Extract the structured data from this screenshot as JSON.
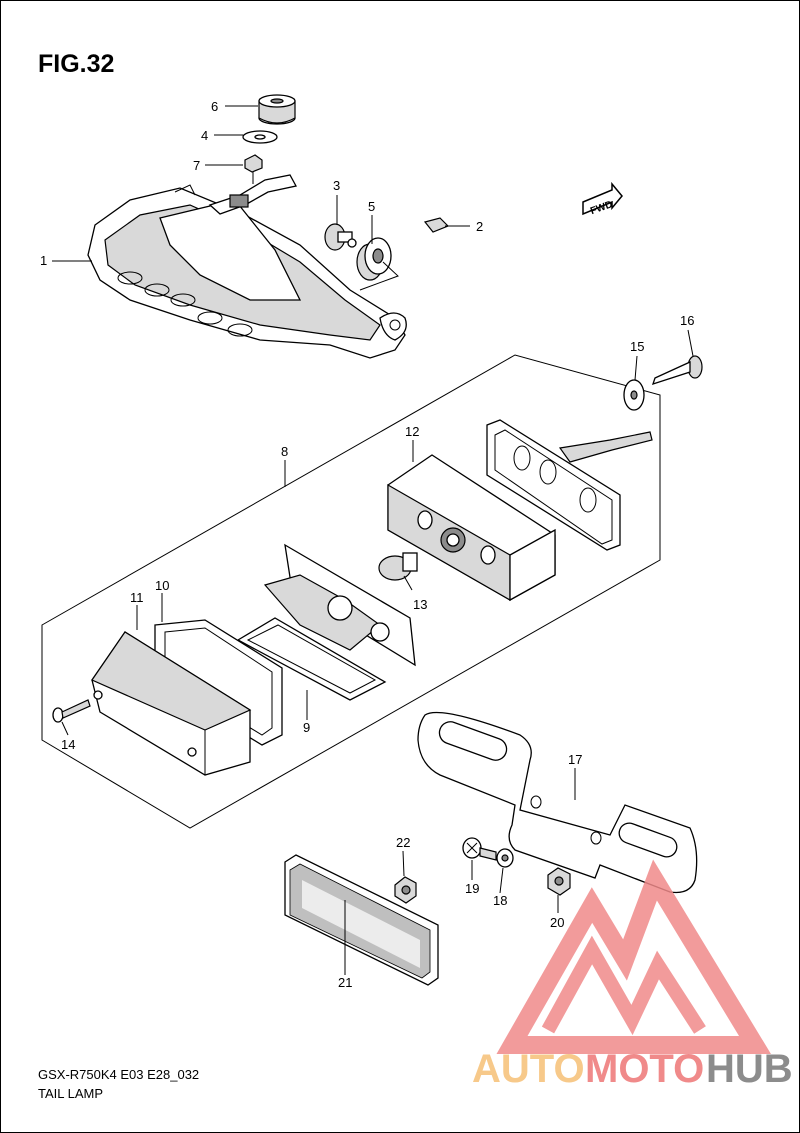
{
  "figure": {
    "title": "FIG.32"
  },
  "footer": {
    "model_code": "GSX-R750K4 E03 E28_032",
    "group_name": "TAIL LAMP"
  },
  "fwd_label": "FWD",
  "callouts": [
    "1",
    "2",
    "3",
    "4",
    "5",
    "6",
    "7",
    "8",
    "9",
    "10",
    "11",
    "12",
    "13",
    "14",
    "15",
    "16",
    "17",
    "18",
    "19",
    "20",
    "21",
    "22"
  ],
  "watermark": {
    "brand_parts": [
      "AUTO",
      "MOTO",
      "HUB"
    ],
    "colors": {
      "auto": "#f7c98a",
      "moto": "#f08a8a",
      "hub": "#8c8c8c",
      "logo": "#f08a8a"
    }
  }
}
